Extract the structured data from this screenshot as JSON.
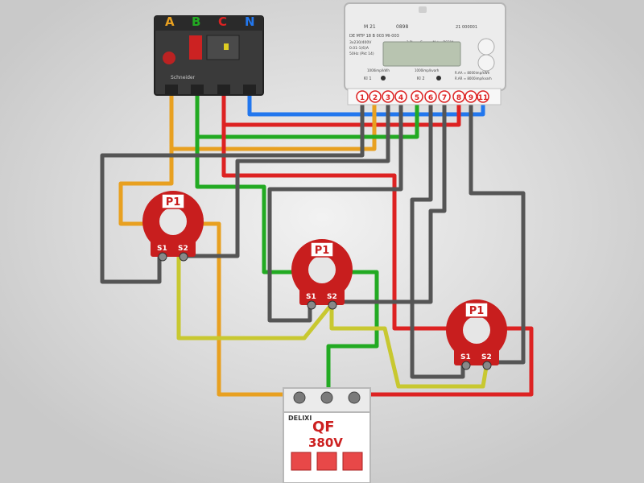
{
  "breaker": {
    "phases": [
      {
        "label": "A",
        "color": "#e8a020"
      },
      {
        "label": "B",
        "color": "#22aa22"
      },
      {
        "label": "C",
        "color": "#dd2222"
      },
      {
        "label": "N",
        "color": "#2277ee"
      }
    ],
    "brand": "Schneider"
  },
  "meter": {
    "header_left": "M 21",
    "header_mid": "0898",
    "header_right": "21  000001",
    "model_line": "DE MTP 18 B 003 MI-003",
    "type_line": "3-Phase Energy Meter  DSS84",
    "voltage_line": "3x230/400V",
    "current_line": "0.01-1(6)A",
    "freq_line": "50Hz (Pkt 14)",
    "pulse_left": "1000imp/kWh",
    "pulse_right": "1000imp/kvarh",
    "ki_left": "KI 1",
    "ki_right": "KI 2",
    "rate_a": "R.AA  ≈ 8000imp/kWh",
    "rate_r": "R.AR  ≈ 8000imp/kvarh",
    "terminals": [
      "1",
      "2",
      "3",
      "4",
      "5",
      "6",
      "7",
      "8",
      "9",
      "11"
    ]
  },
  "transformers": [
    {
      "label": "P1",
      "s1": "S1",
      "s2": "S2"
    },
    {
      "label": "P1",
      "s1": "S1",
      "s2": "S2"
    },
    {
      "label": "P1",
      "s1": "S1",
      "s2": "S2"
    }
  ],
  "mcb": {
    "brand": "DELIXI",
    "label": "QF",
    "rating": "380V"
  },
  "colors": {
    "orange": "#e8a020",
    "green": "#22aa22",
    "red": "#dd2222",
    "blue": "#2277ee",
    "gray": "#555555",
    "yellow_green": "#c8c830",
    "ct_red": "#c81e1e"
  }
}
